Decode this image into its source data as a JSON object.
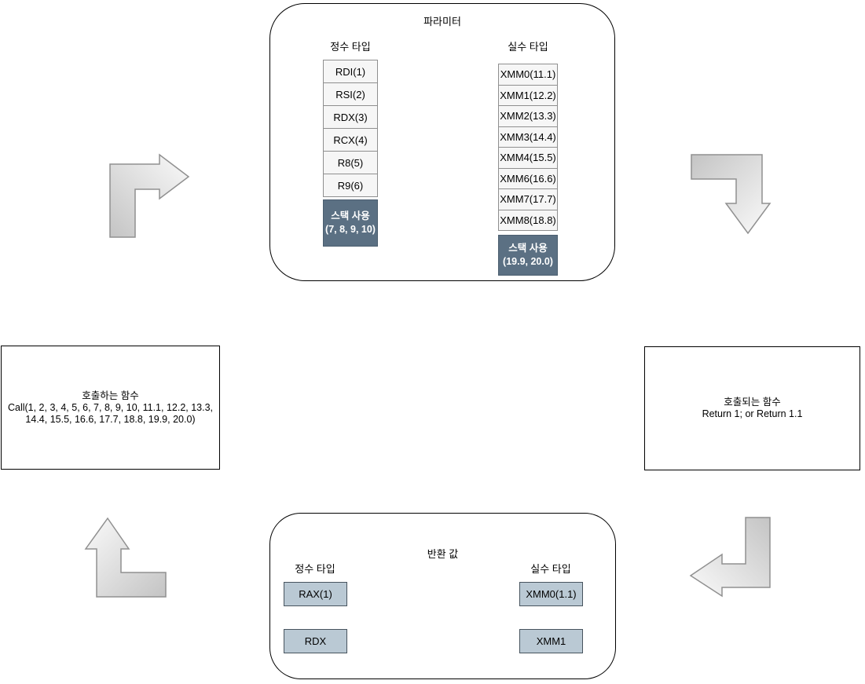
{
  "colors": {
    "stack_box_bg": "#5b7083",
    "stack_box_text": "#ffffff",
    "register_cell_bg": "#f6f6f6",
    "register_cell_border": "#8f8f8f",
    "return_cell_bg": "#bac9d4",
    "return_cell_border": "#47545e",
    "arrow_fill_light": "#fafafa",
    "arrow_fill_dark": "#c4c4c4",
    "arrow_stroke": "#909090"
  },
  "param_box": {
    "title": "파라미터",
    "int_column": {
      "label": "정수 타입",
      "cells": [
        "RDI(1)",
        "RSI(2)",
        "RDX(3)",
        "RCX(4)",
        "R8(5)",
        "R9(6)"
      ],
      "stack": {
        "line1": "스택 사용",
        "line2": "(7, 8, 9, 10)"
      }
    },
    "float_column": {
      "label": "실수 타입",
      "cells": [
        "XMM0(11.1)",
        "XMM1(12.2)",
        "XMM2(13.3)",
        "XMM3(14.4)",
        "XMM4(15.5)",
        "XMM6(16.6)",
        "XMM7(17.7)",
        "XMM8(18.8)"
      ],
      "stack": {
        "line1": "스택 사용",
        "line2": "(19.9, 20.0)"
      }
    }
  },
  "caller_box": {
    "title": "호출하는 함수",
    "line1": "Call(1, 2, 3, 4, 5, 6, 7, 8, 9, 10, 11.1, 12.2, 13.3,",
    "line2": "14.4, 15.5, 16.6, 17.7, 18.8, 19.9, 20.0)"
  },
  "callee_box": {
    "title": "호출되는 함수",
    "body": "Return 1; or Return 1.1"
  },
  "return_box": {
    "title": "반환 값",
    "int_column": {
      "label": "정수 타입",
      "cells": [
        "RAX(1)",
        "RDX"
      ]
    },
    "float_column": {
      "label": "실수 타입",
      "cells": [
        "XMM0(1.1)",
        "XMM1"
      ]
    }
  }
}
